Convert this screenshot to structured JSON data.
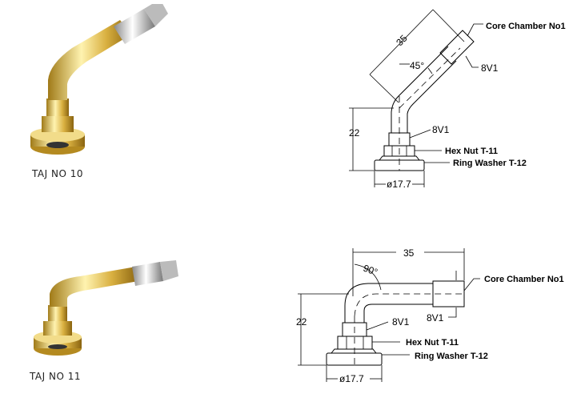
{
  "products": [
    {
      "name": "TAJ NO 10",
      "drawing": {
        "angle": "45°",
        "length": "35",
        "height": "22",
        "diameter": "ø17.7",
        "labels": {
          "core_chamber": "Core Chamber No1",
          "thread_top": "8V1",
          "thread_base": "8V1",
          "hex_nut": "Hex Nut T-11",
          "ring_washer": "Ring Washer T-12"
        }
      }
    },
    {
      "name": "TAJ NO 11",
      "drawing": {
        "angle": "90°",
        "length": "35",
        "height": "22",
        "diameter": "ø17.7",
        "labels": {
          "core_chamber": "Core Chamber No1",
          "thread_top": "8V1",
          "thread_base": "8V1",
          "hex_nut": "Hex Nut T-11",
          "ring_washer": "Ring Washer T-12"
        }
      }
    }
  ],
  "colors": {
    "gold": "#d9b040",
    "silver": "#c8c8c8"
  }
}
